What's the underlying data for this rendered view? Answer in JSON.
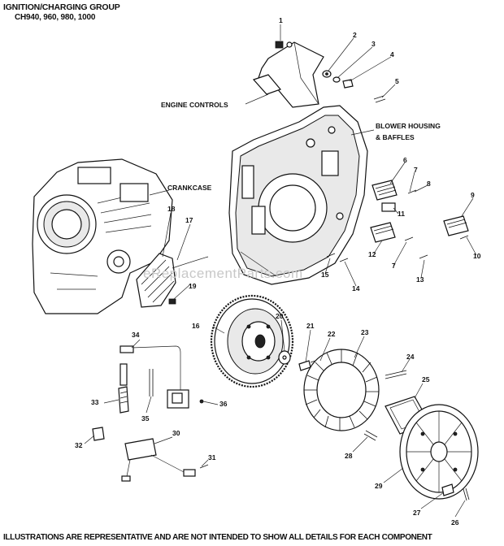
{
  "header": {
    "title": "IGNITION/CHARGING GROUP",
    "models": "CH940, 960, 980, 1000"
  },
  "footer": {
    "disclaimer": "ILLUSTRATIONS ARE REPRESENTATIVE AND ARE NOT INTENDED TO SHOW ALL DETAILS FOR EACH COMPONENT"
  },
  "watermark": "eReplacementParts.com",
  "group_labels": {
    "engine_controls": "ENGINE CONTROLS",
    "blower_housing_1": "BLOWER HOUSING",
    "blower_housing_2": "& BAFFLES",
    "crankcase": "CRANKCASE"
  },
  "callouts": [
    "1",
    "2",
    "3",
    "4",
    "5",
    "6",
    "7",
    "8",
    "9",
    "10",
    "11",
    "12",
    "7",
    "13",
    "14",
    "15",
    "16",
    "17",
    "18",
    "19",
    "20",
    "21",
    "22",
    "23",
    "24",
    "25",
    "26",
    "27",
    "28",
    "29",
    "30",
    "31",
    "32",
    "33",
    "34",
    "35",
    "36"
  ]
}
